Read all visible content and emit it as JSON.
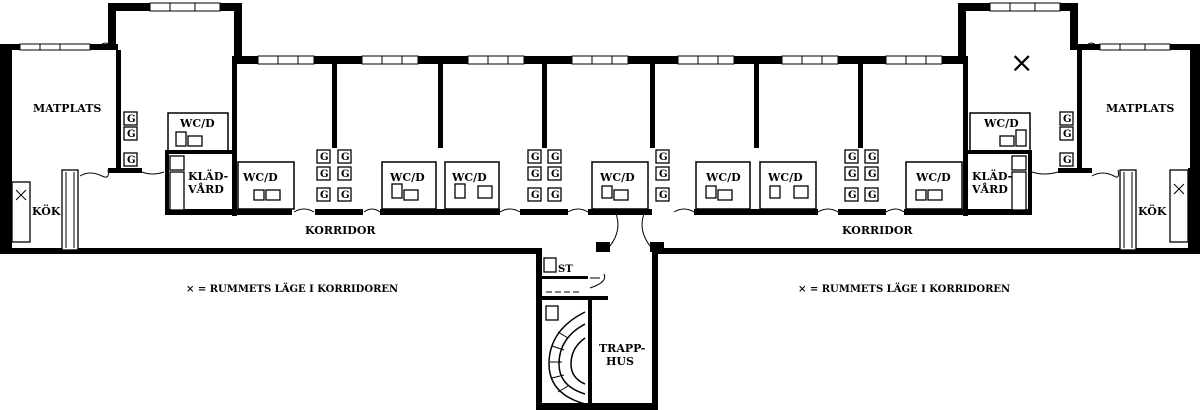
{
  "labels": {
    "matplats": "MATPLATS",
    "kok": "KÖK",
    "korridor": "KORRIDOR",
    "wcd": "WC/D",
    "klad_line1": "KLÄD-",
    "klad_line2": "VÅRD",
    "st": "ST",
    "trapp_line1": "TRAPP-",
    "trapp_line2": "HUS",
    "g": "G",
    "x_mark": "×"
  },
  "legend": {
    "text": "× = RUMMETS LÄGE I KORRIDOREN"
  },
  "colors": {
    "ink": "#000000",
    "paper": "#ffffff"
  }
}
